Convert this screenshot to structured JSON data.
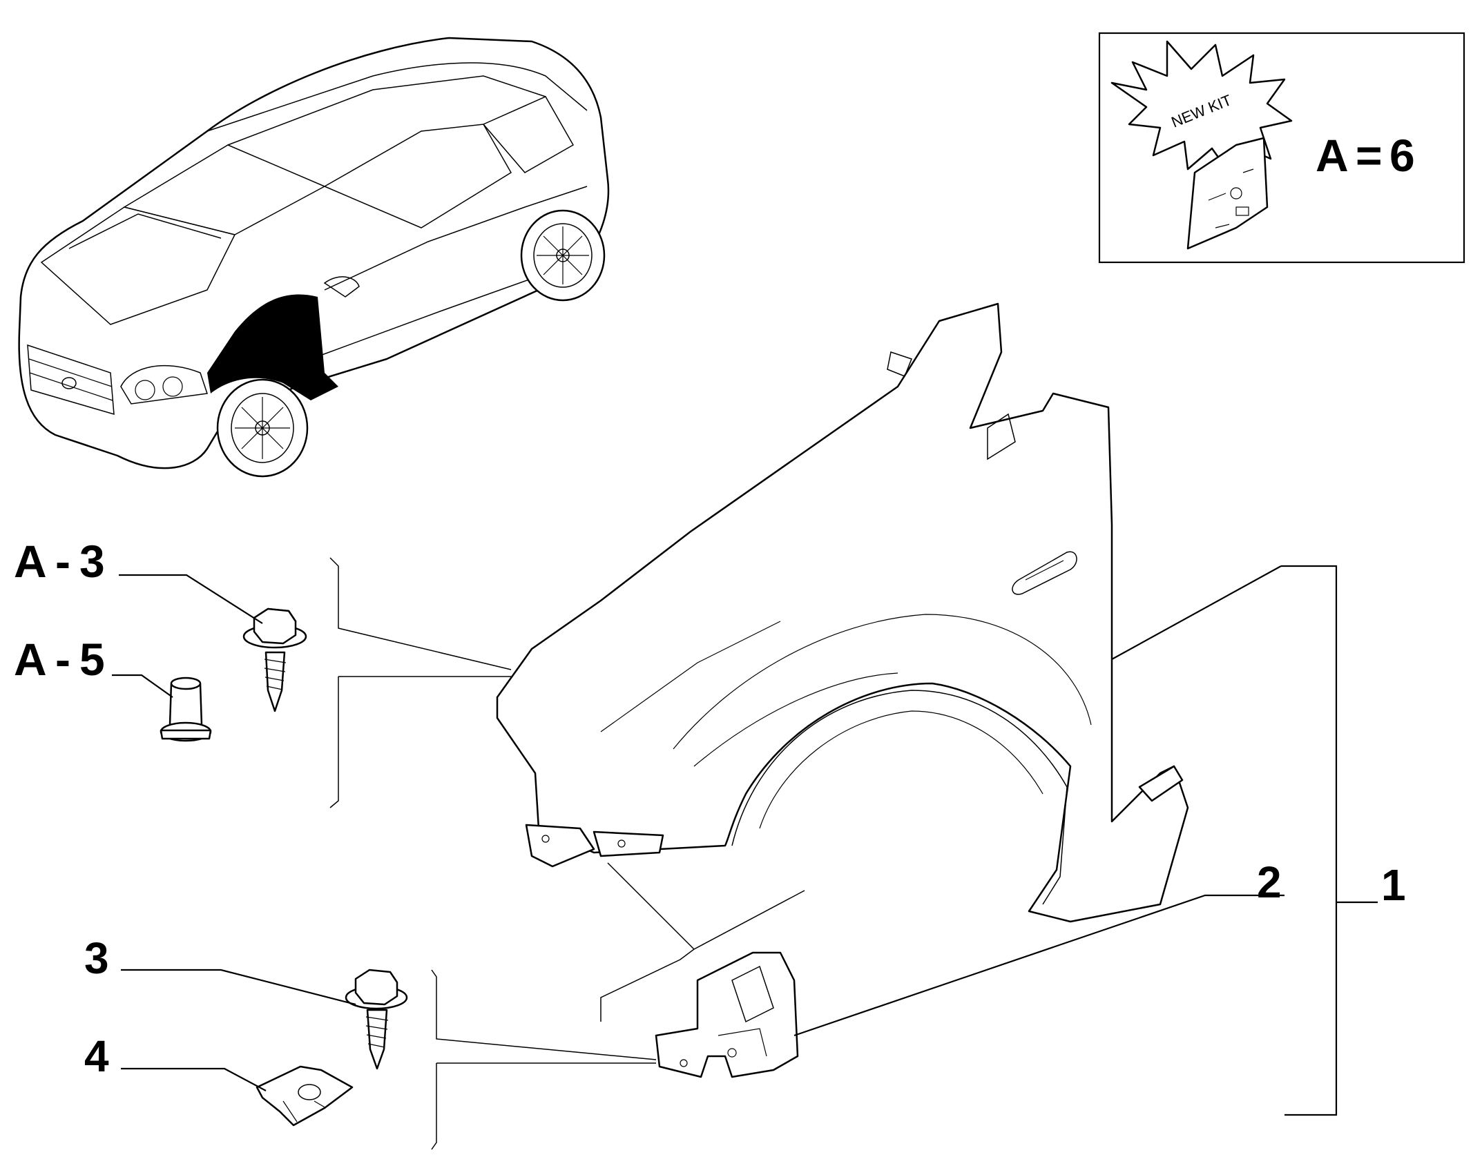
{
  "callouts": {
    "a3": {
      "letter": "A",
      "dash": "-",
      "num": "3"
    },
    "a5": {
      "letter": "A",
      "dash": "-",
      "num": "5"
    },
    "p1": "1",
    "p2": "2",
    "p3": "3",
    "p4": "4"
  },
  "kit_box": {
    "starburst_text": "NEW KIT",
    "ref_letter": "A",
    "ref_sep": "=",
    "ref_num": "6"
  },
  "colors": {
    "line": "#000000",
    "background": "#ffffff",
    "highlight_fender": "#000000"
  }
}
